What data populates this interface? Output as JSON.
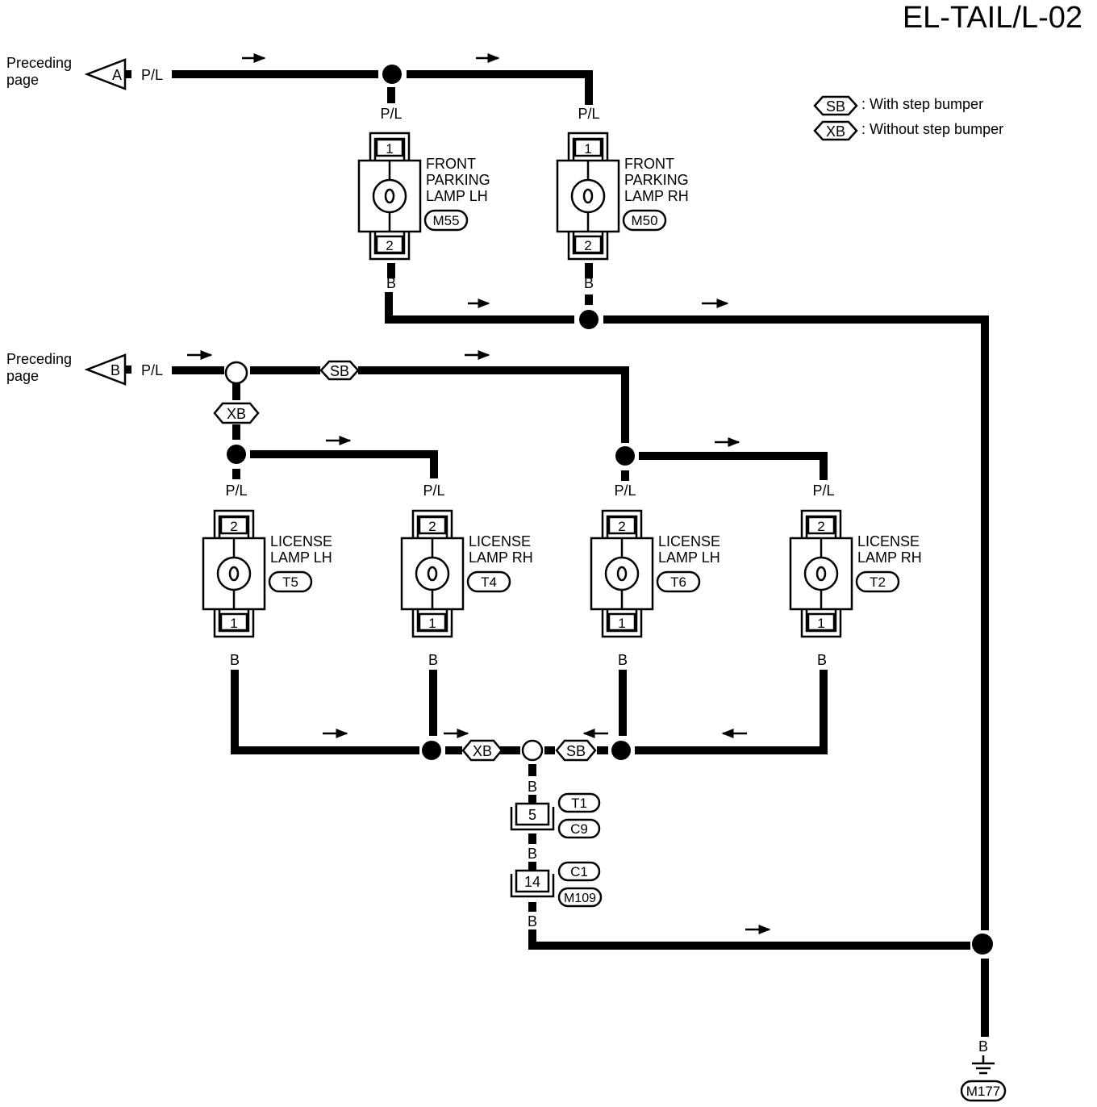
{
  "page_title": "EL-TAIL/L-02",
  "legend": [
    {
      "code": "SB",
      "text": ": With step bumper"
    },
    {
      "code": "XB",
      "text": ": Without step bumper"
    }
  ],
  "connectors_in": [
    {
      "letter": "A",
      "label": "Preceding page",
      "label_line1": "Preceding",
      "label_line2": "page",
      "wire": "P/L"
    },
    {
      "letter": "B",
      "label": "Preceding page",
      "label_line1": "Preceding",
      "label_line2": "page",
      "wire": "P/L"
    }
  ],
  "front_lamps": [
    {
      "name_lines": [
        "FRONT",
        "PARKING",
        "LAMP LH"
      ],
      "connector": "M55",
      "pin_top": "1",
      "pin_bottom": "2",
      "wire_top": "P/L",
      "wire_bottom": "B"
    },
    {
      "name_lines": [
        "FRONT",
        "PARKING",
        "LAMP RH"
      ],
      "connector": "M50",
      "pin_top": "1",
      "pin_bottom": "2",
      "wire_top": "P/L",
      "wire_bottom": "B"
    }
  ],
  "license_lamps": [
    {
      "name_lines": [
        "LICENSE",
        "LAMP LH"
      ],
      "connector": "T5",
      "pin_top": "2",
      "pin_bottom": "1",
      "wire_top": "P/L",
      "wire_bottom": "B"
    },
    {
      "name_lines": [
        "LICENSE",
        "LAMP RH"
      ],
      "connector": "T4",
      "pin_top": "2",
      "pin_bottom": "1",
      "wire_top": "P/L",
      "wire_bottom": "B"
    },
    {
      "name_lines": [
        "LICENSE",
        "LAMP LH"
      ],
      "connector": "T6",
      "pin_top": "2",
      "pin_bottom": "1",
      "wire_top": "P/L",
      "wire_bottom": "B"
    },
    {
      "name_lines": [
        "LICENSE",
        "LAMP RH"
      ],
      "connector": "T2",
      "pin_top": "2",
      "pin_bottom": "1",
      "wire_top": "P/L",
      "wire_bottom": "B"
    }
  ],
  "branch_tags": {
    "upper_sb": "SB",
    "upper_xb": "XB",
    "lower_xb": "XB",
    "lower_sb": "SB"
  },
  "joint_connectors": [
    {
      "pin": "5",
      "codes": [
        "T1",
        "C9"
      ],
      "wire_top": "B",
      "wire_bottom": "B"
    },
    {
      "pin": "14",
      "codes": [
        "C1",
        "M109"
      ],
      "wire_bottom": "B"
    }
  ],
  "ground": {
    "wire": "B",
    "code": "M177"
  }
}
